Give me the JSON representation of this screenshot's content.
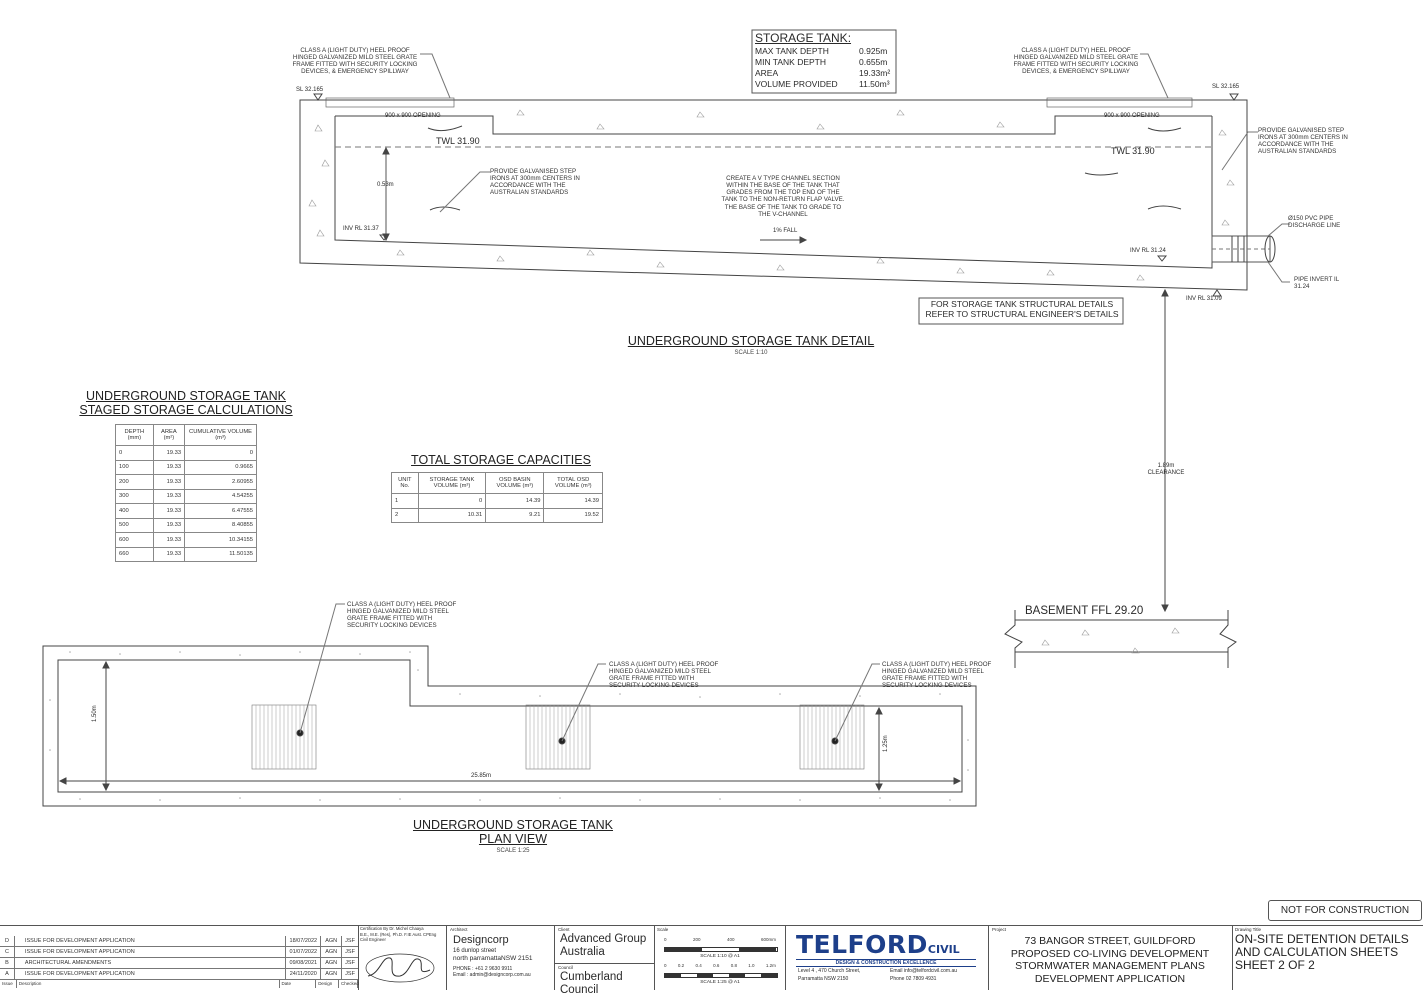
{
  "storage_tank": {
    "title": "STORAGE TANK:",
    "rows": [
      {
        "label": "MAX TANK DEPTH",
        "value": "0.925m"
      },
      {
        "label": "MIN TANK DEPTH",
        "value": "0.655m"
      },
      {
        "label": "AREA",
        "value": "19.33m²"
      },
      {
        "label": "VOLUME PROVIDED",
        "value": "11.50m³"
      }
    ]
  },
  "section": {
    "note_grate_left": "CLASS A (LIGHT DUTY) HEEL PROOF HINGED GALVANIZED MILD STEEL GRATE FRAME FITTED WITH SECURITY LOCKING DEVICES, & EMERGENCY SPILLWAY",
    "note_grate_right": "CLASS A (LIGHT DUTY) HEEL PROOF HINGED GALVANIZED MILD STEEL GRATE FRAME FITTED WITH SECURITY LOCKING DEVICES, & EMERGENCY SPILLWAY",
    "sl_left": "SL 32.165",
    "sl_right": "SL 32.165",
    "opening_left": "900 x 900 OPENING",
    "opening_right": "900 x 900 OPENING",
    "twl_left": "TWL 31.90",
    "twl_right": "TWL 31.90",
    "depth": "0.53m",
    "inv_left": "INV RL 31.37",
    "inv_right": "INV RL 31.24",
    "inv_bottom": "INV RL 31.09",
    "note_step_left": "PROVIDE GALVANISED STEP IRONS AT 300mm CENTERS IN ACCORDANCE WITH THE AUSTRALIAN STANDARDS",
    "note_step_right": "PROVIDE GALVANISED STEP IRONS AT 300mm CENTERS IN ACCORDANCE WITH THE AUSTRALIAN STANDARDS",
    "note_vchannel": "CREATE A V TYPE CHANNEL SECTION WITHIN THE BASE OF THE TANK THAT GRADES FROM THE TOP END OF THE TANK TO THE NON-RETURN FLAP VALVE. THE BASE OF THE TANK TO GRADE TO THE V-CHANNEL",
    "fall": "1% FALL",
    "pipe": "Ø150 PVC PIPE DISCHARGE LINE",
    "pipe_invert": "PIPE INVERT IL 31.24",
    "structural_note": "FOR STORAGE TANK STRUCTURAL DETAILS REFER TO STRUCTURAL ENGINEER'S DETAILS",
    "title": "UNDERGROUND STORAGE TANK DETAIL",
    "scale": "SCALE 1:10",
    "clearance": "1.89m CLEARANCE",
    "basement": "BASEMENT FFL 29.20"
  },
  "staged": {
    "title_line1": "UNDERGROUND STORAGE TANK",
    "title_line2": "STAGED STORAGE CALCULATIONS",
    "headers": [
      "DEPTH (mm)",
      "AREA (m²)",
      "CUMULATIVE VOLUME (m³)"
    ],
    "rows": [
      [
        "0",
        "19.33",
        "0"
      ],
      [
        "100",
        "19.33",
        "0.9665"
      ],
      [
        "200",
        "19.33",
        "2.60955"
      ],
      [
        "300",
        "19.33",
        "4.54255"
      ],
      [
        "400",
        "19.33",
        "6.47555"
      ],
      [
        "500",
        "19.33",
        "8.40855"
      ],
      [
        "600",
        "19.33",
        "10.34155"
      ],
      [
        "660",
        "19.33",
        "11.50135"
      ]
    ]
  },
  "capacities": {
    "title": "TOTAL STORAGE CAPACITIES",
    "headers": [
      "UNIT No.",
      "STORAGE TANK VOLUME (m³)",
      "OSD BASIN VOLUME (m³)",
      "TOTAL OSD VOLUME (m³)"
    ],
    "rows": [
      [
        "1",
        "0",
        "14.39",
        "14.39"
      ],
      [
        "2",
        "10.31",
        "9.21",
        "19.52"
      ]
    ]
  },
  "plan": {
    "note_grate_1": "CLASS A (LIGHT DUTY) HEEL PROOF HINGED GALVANIZED MILD STEEL GRATE FRAME FITTED WITH SECURITY LOCKING DEVICES",
    "note_grate_2": "CLASS A (LIGHT DUTY) HEEL PROOF HINGED GALVANIZED MILD STEEL GRATE FRAME FITTED WITH SECURITY LOCKING DEVICES",
    "note_grate_3": "CLASS A (LIGHT DUTY) HEEL PROOF HINGED GALVANIZED MILD STEEL GRATE FRAME FITTED WITH SECURITY LOCKING DEVICES",
    "width": "1.50m",
    "width_right": "1.25m",
    "length": "25.85m",
    "title_line1": "UNDERGROUND STORAGE TANK",
    "title_line2": "PLAN VIEW",
    "scale": "SCALE 1:25"
  },
  "title_block": {
    "not_for_construction": "NOT FOR CONSTRUCTION",
    "revisions": [
      {
        "rev": "D",
        "desc": "ISSUE FOR DEVELOPMENT APPLICATION",
        "date": "18/07/2022",
        "design": "AGN",
        "checked": "JSF"
      },
      {
        "rev": "C",
        "desc": "ISSUE FOR DEVELOPMENT APPLICATION",
        "date": "01/07/2022",
        "design": "AGN",
        "checked": "JSF"
      },
      {
        "rev": "B",
        "desc": "ARCHITECTURAL AMENDMENTS",
        "date": "09/08/2021",
        "design": "AGN",
        "checked": "JSF"
      },
      {
        "rev": "A",
        "desc": "ISSUE FOR DEVELOPMENT APPLICATION",
        "date": "24/11/2020",
        "design": "AGN",
        "checked": "JSF"
      }
    ],
    "rev_headers": [
      "Issue",
      "Description",
      "Date",
      "Design",
      "Checked"
    ],
    "cert_label": "Certification By Dr. Michel Chaaya",
    "cert_sub": "B.E., M.E. (Res), Ph.D. F.IE Aust. CPEng Civil Engineer",
    "architect_label": "Architect",
    "architect_name": "Designcorp",
    "architect_addr1": "16 dunlop street",
    "architect_addr2": "north parramattaNSW 2151",
    "architect_phone": "PHONE : +61 2 9630 9911",
    "architect_email": "Email : admin@designcorp.com.au",
    "client_label": "Client",
    "client_name": "Advanced Group Australia",
    "council_label": "Council",
    "council_name": "Cumberland Council",
    "scale_label": "Scale",
    "scale_110": "SCALE 1:10 @ A1",
    "scale_125": "SCALE 1:25 @ A1",
    "scale_ticks_1": [
      "0",
      "200",
      "400",
      "600mm"
    ],
    "scale_ticks_2": [
      "0",
      "0.2",
      "0.4",
      "0.6",
      "0.8",
      "1.0",
      "1.2m"
    ],
    "firm_name": "TELFORD",
    "firm_suffix": "CIVIL",
    "firm_tag": "DESIGN & CONSTRUCTION EXCELLENCE",
    "firm_addr1": "Level 4 , 470 Church Street,",
    "firm_addr2": "Parramatta NSW 2150",
    "firm_email": "Email   info@telfordcivil.com.au",
    "firm_phone": "Phone   02 7809 4931",
    "project_label": "Project",
    "project_lines": [
      "73 BANGOR STREET, GUILDFORD",
      "PROPOSED CO-LIVING DEVELOPMENT",
      "STORMWATER MANAGEMENT PLANS",
      "DEVELOPMENT APPLICATION"
    ],
    "drawing_title_label": "Drawing Title",
    "drawing_title_lines": [
      "ON-SITE DETENTION DETAILS",
      "AND CALCULATION SHEETS",
      "SHEET 2 OF 2"
    ]
  }
}
